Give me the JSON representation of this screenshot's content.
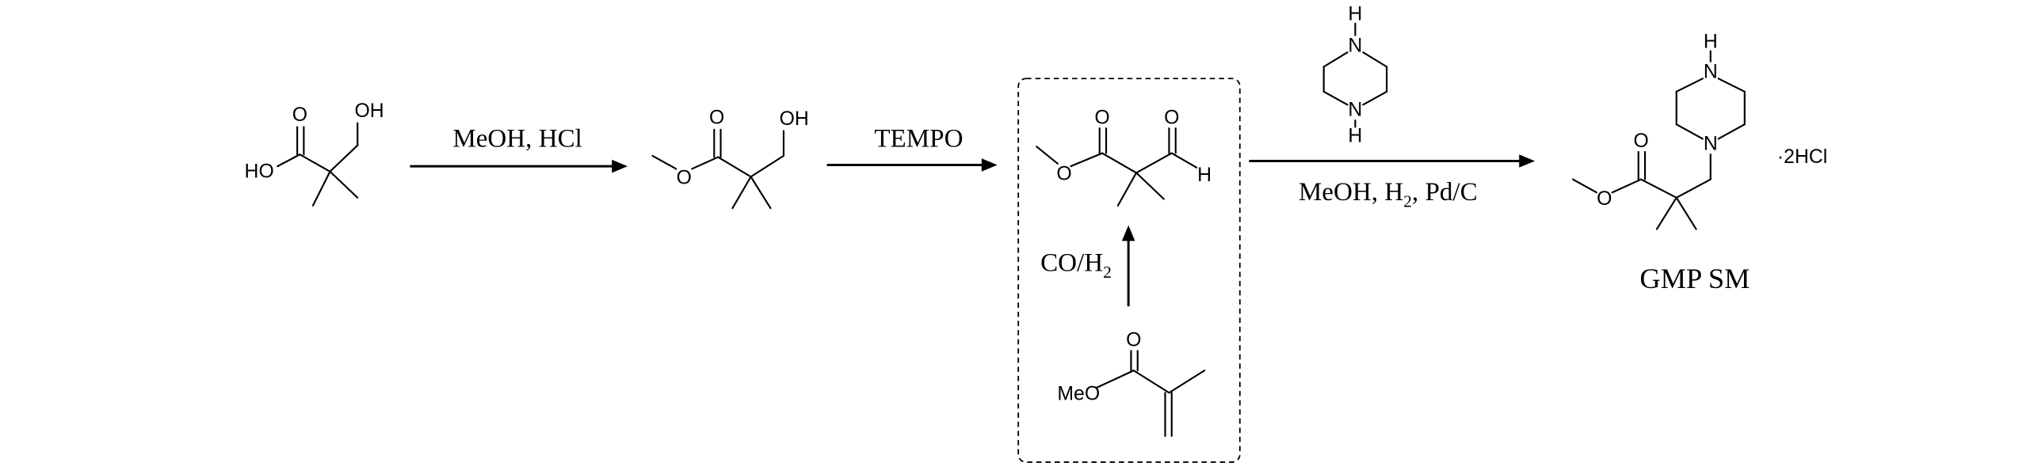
{
  "scheme": {
    "step1": {
      "reagent": "MeOH, HCl"
    },
    "step2": {
      "reagent": "TEMPO"
    },
    "alt_step": {
      "reagent_main": "CO/H",
      "reagent_sub": "2"
    },
    "step3": {
      "reagent_part1": "MeOH, H",
      "reagent_sub": "2",
      "reagent_part2": ", Pd/C"
    },
    "product_name": "GMP SM",
    "salt": "·2HCl"
  },
  "molecules": {
    "hydroxy_acid": {
      "carbonyl_o": "O",
      "acid_oh": "HO",
      "alcohol_oh": "OH"
    },
    "hydroxy_ester": {
      "carbonyl_o": "O",
      "ester_o": "O",
      "alcohol_oh": "OH"
    },
    "aldehyde_ester": {
      "carbonyl_o": "O",
      "ester_o": "O",
      "aldehyde_o": "O",
      "aldehyde_h": "H"
    },
    "methyl_methacrylate": {
      "carbonyl_o": "O",
      "methoxy": "MeO"
    },
    "piperazine": {
      "h_top": "H",
      "n_top": "N",
      "n_bottom": "N",
      "h_bottom": "H"
    },
    "product": {
      "h_top": "H",
      "n_top": "N",
      "n_bottom": "N",
      "carbonyl_o": "O",
      "ester_o": "O"
    }
  }
}
